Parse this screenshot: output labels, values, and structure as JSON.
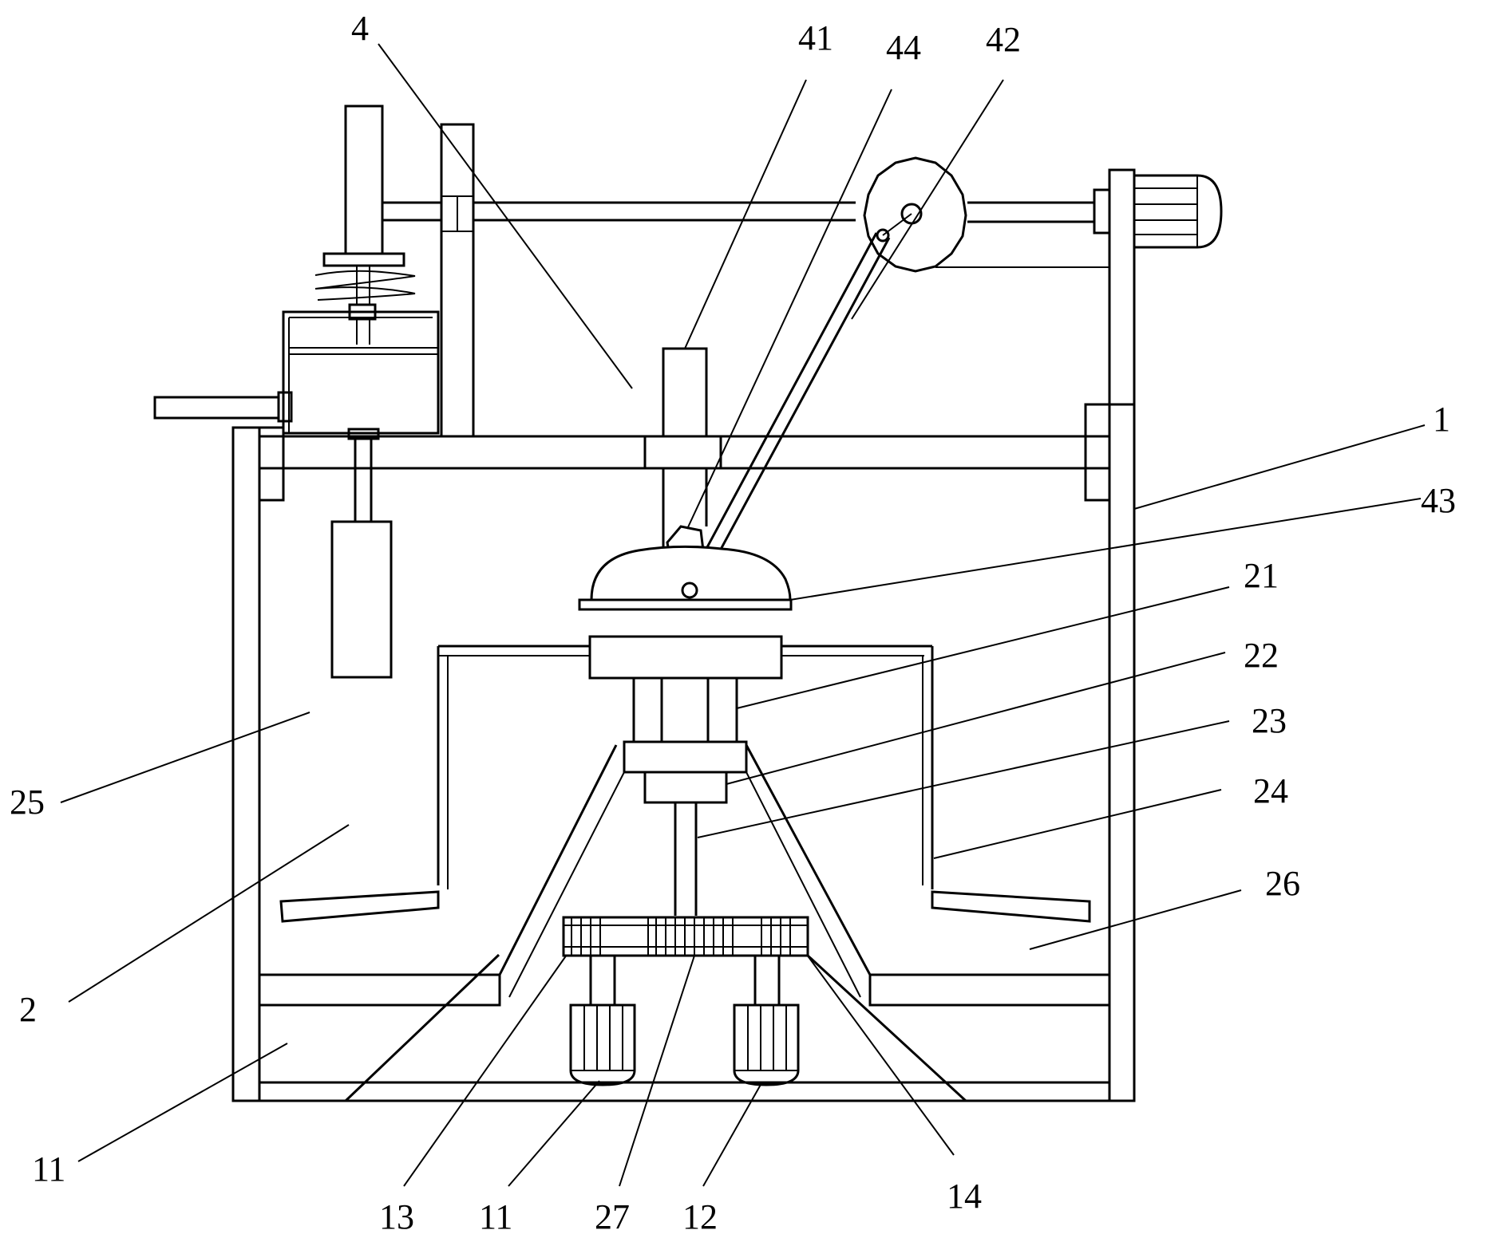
{
  "labels": [
    "4",
    "41",
    "44",
    "42",
    "1",
    "43",
    "21",
    "22",
    "23",
    "24",
    "26",
    "25",
    "2",
    "11",
    "13",
    "11",
    "27",
    "12",
    "14"
  ]
}
